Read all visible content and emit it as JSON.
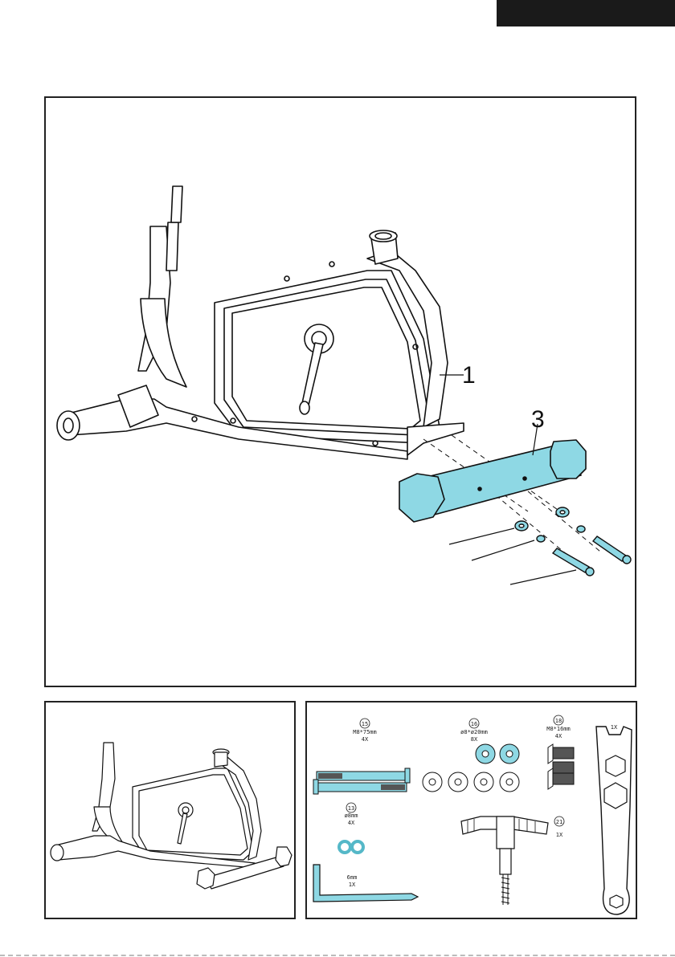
{
  "main_callouts": {
    "frame": "1",
    "stabilizer": "3"
  },
  "hardware": {
    "bolt_long": {
      "num": "15",
      "size": "M8*75mm",
      "qty": "4X"
    },
    "washer": {
      "num": "16",
      "size": "ø8*ø20mm",
      "qty": "8X"
    },
    "nut": {
      "num": "18",
      "size": "M8*16mm",
      "qty": "4X"
    },
    "spring_washer": {
      "num": "13",
      "size": "ø8mm",
      "qty": "4X"
    },
    "allen_key": {
      "size": "6mm",
      "qty": "1X"
    },
    "knob": {
      "num": "21",
      "qty": "1X"
    },
    "wrench": {
      "qty": "1X"
    }
  },
  "colors": {
    "accent": "#8ed8e4",
    "line": "#111111"
  }
}
